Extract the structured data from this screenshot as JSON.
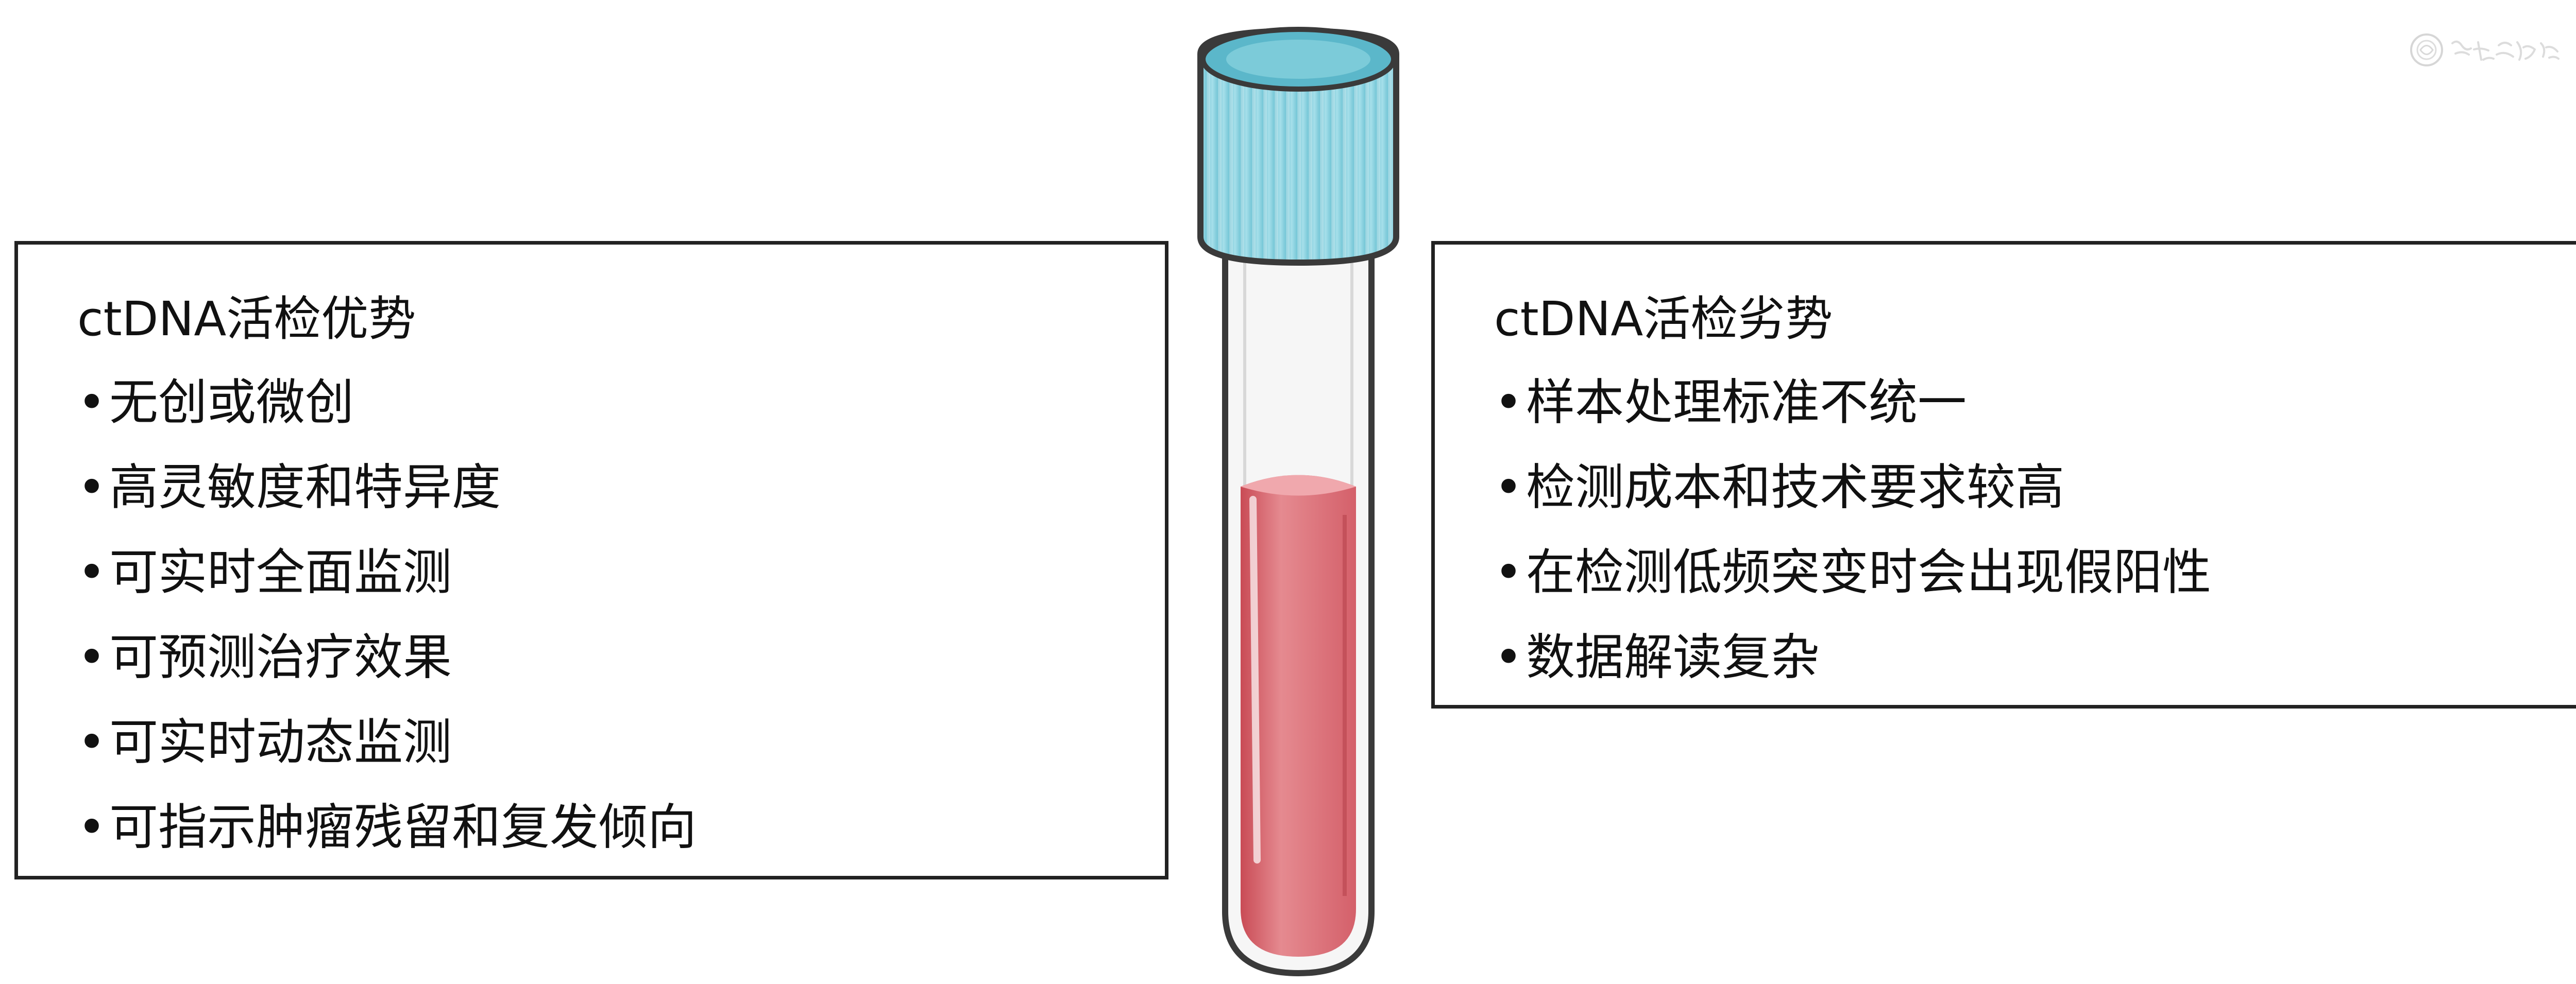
{
  "advantages": {
    "title": "ctDNA活检优势",
    "items": [
      "无创或微创",
      "高灵敏度和特异度",
      "可实时全面监测",
      "可预测治疗效果",
      "可实时动态监测",
      "可指示肿瘤残留和复发倾向"
    ]
  },
  "disadvantages": {
    "title": "ctDNA活检劣势",
    "items": [
      "样本处理标准不统一",
      "检测成本和技术要求较高",
      "在检测低频突变时会出现假阳性",
      "数据解读复杂"
    ]
  },
  "colors": {
    "cap": "#8fd3e0",
    "blood": "#e07a80",
    "border": "#222222"
  },
  "icons": {
    "tube": "blood-test-tube-icon",
    "watermark": "publisher-seal-icon"
  }
}
